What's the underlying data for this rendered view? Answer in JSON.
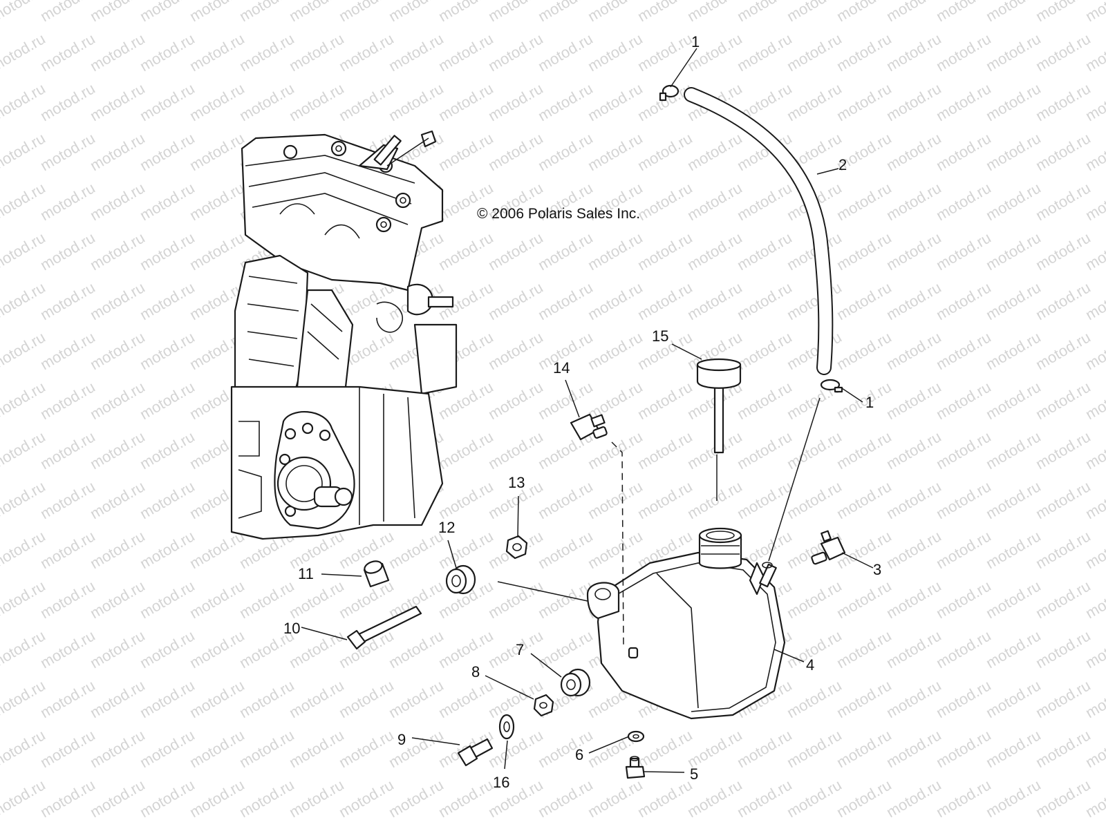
{
  "watermark": "motod.ru",
  "copyright": "© 2006 Polaris Sales Inc.",
  "diagram": {
    "callouts": [
      {
        "id": "c1-top",
        "label": "1"
      },
      {
        "id": "c2",
        "label": "2"
      },
      {
        "id": "c1-right",
        "label": "1"
      },
      {
        "id": "c15",
        "label": "15"
      },
      {
        "id": "c14",
        "label": "14"
      },
      {
        "id": "c13",
        "label": "13"
      },
      {
        "id": "c12",
        "label": "12"
      },
      {
        "id": "c11",
        "label": "11"
      },
      {
        "id": "c10",
        "label": "10"
      },
      {
        "id": "c3",
        "label": "3"
      },
      {
        "id": "c4",
        "label": "4"
      },
      {
        "id": "c7",
        "label": "7"
      },
      {
        "id": "c8",
        "label": "8"
      },
      {
        "id": "c9",
        "label": "9"
      },
      {
        "id": "c16",
        "label": "16"
      },
      {
        "id": "c6",
        "label": "6"
      },
      {
        "id": "c5",
        "label": "5"
      }
    ]
  }
}
